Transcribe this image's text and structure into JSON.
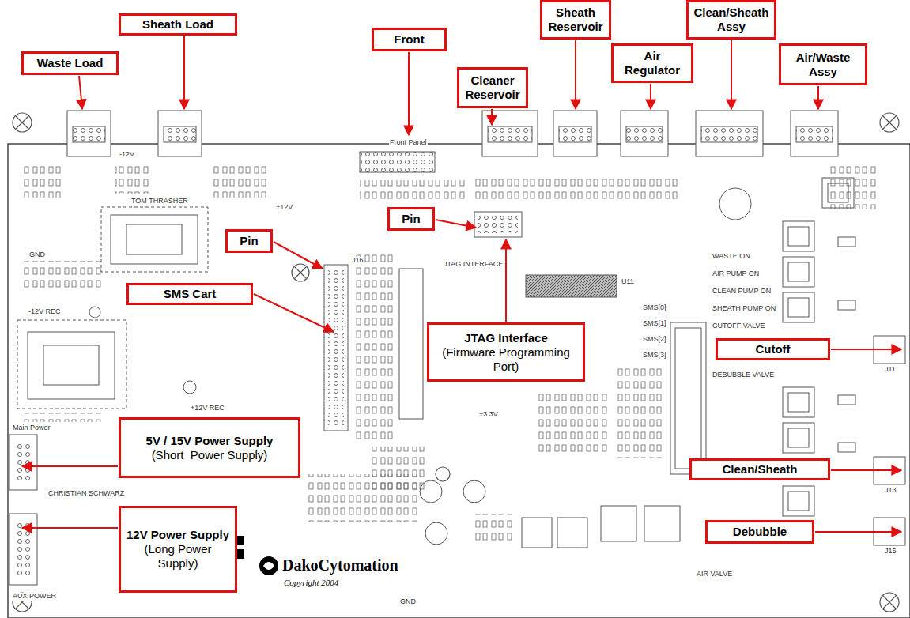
{
  "diagram": {
    "nodes": [
      {
        "text": [
          "Waste Load"
        ]
      },
      {
        "text": [
          "Sheath Load"
        ]
      },
      {
        "text": [
          "Front"
        ]
      },
      {
        "text": [
          "Cleaner Reservoir"
        ]
      },
      {
        "text": [
          "Sheath Reservoir"
        ]
      },
      {
        "text": [
          "Air Regulator"
        ]
      },
      {
        "text": [
          "Clean/Sheath Assy"
        ]
      },
      {
        "text": [
          "Air/Waste Assy"
        ]
      },
      {
        "text": [
          "Pin"
        ]
      },
      {
        "text": [
          "Pin"
        ]
      },
      {
        "text": [
          "SMS Cart"
        ]
      },
      {
        "text": [
          "JTAG Interface",
          "(Firmware Programming Port)"
        ]
      },
      {
        "text": [
          "5V / 15V Power Supply",
          "(Short  Power Supply)"
        ]
      },
      {
        "text": [
          "12V Power Supply",
          "(Long Power Supply)"
        ]
      },
      {
        "text": [
          "Cutoff"
        ]
      },
      {
        "text": [
          "Clean/Sheath"
        ]
      },
      {
        "text": [
          "Debubble"
        ]
      }
    ],
    "labels": [
      "-12V",
      "+12V",
      "TOM THRASHER",
      "GND",
      "-12V REC",
      "+12V REC",
      "Main Power",
      "CHRISTIAN SCHWARZ",
      "AUX POWER",
      "Front Panel",
      "J16",
      "JTAG INTERFACE",
      "U11",
      "SMS[0]",
      "SMS[1]",
      "SMS[2]",
      "SMS[3]",
      "WASTE ON",
      "AIR PUMP ON",
      "CLEAN PUMP ON",
      "SHEATH PUMP ON",
      "CUTOFF VALVE",
      "DEBUBBLE VALVE",
      "AIR VALVE",
      "+3.3V",
      "GND",
      "J11",
      "J13",
      "J15",
      "DakoCytomation",
      "Copyright 2004"
    ]
  }
}
